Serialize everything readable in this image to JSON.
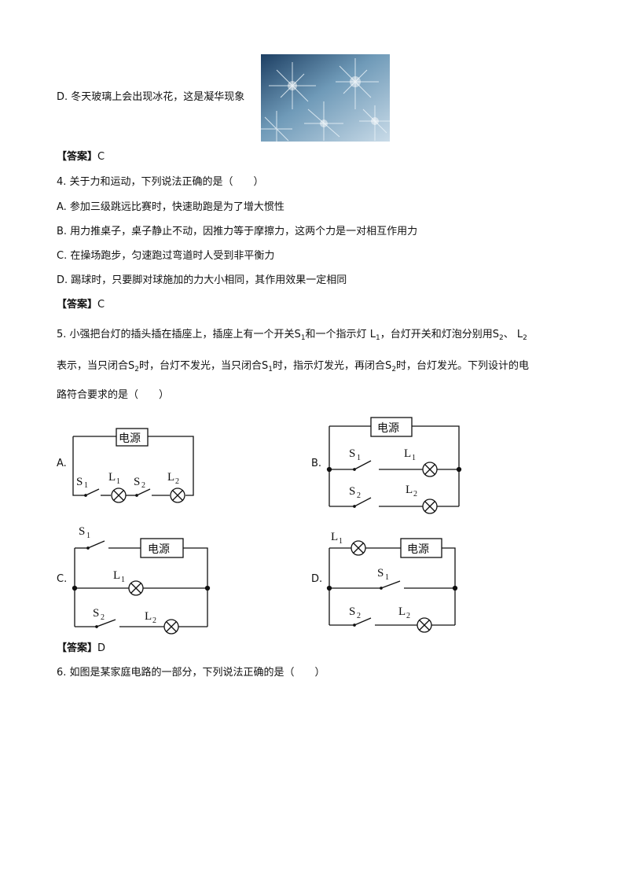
{
  "q3": {
    "option_d": "D. 冬天玻璃上会出现冰花，这是凝华现象",
    "answer_tag": "【答案】",
    "answer": "C"
  },
  "q4": {
    "stem": "4. 关于力和运动，下列说法正确的是（　　）",
    "options": [
      "A. 参加三级跳远比赛时，快速助跑是为了增大惯性",
      "B. 用力推桌子，桌子静止不动，因推力等于摩擦力，这两个力是一对相互作用力",
      "C. 在操场跑步，匀速跑过弯道时人受到非平衡力",
      "D. 踢球时，只要脚对球施加的力大小相同，其作用效果一定相同"
    ],
    "answer_tag": "【答案】",
    "answer": "C"
  },
  "q5": {
    "line1_a": "5. 小强把台灯的插头插在插座上，插座上有一个开关",
    "line1_b": "和一个指示灯",
    "line1_c": "，台灯开关和灯泡分别用",
    "line1_d": "、",
    "line2_a": "表示，当只闭合",
    "line2_b": "时，台灯不发光，当只闭合",
    "line2_c": "时，指示灯发光，再闭合",
    "line2_d": "时，台灯发光。下列设计的电",
    "line3": "路符合要求的是（　　）",
    "sym_S": "S",
    "sym_L": "L",
    "sub1": "1",
    "sub2": "2",
    "answer_tag": "【答案】",
    "answer": "D"
  },
  "circuits": {
    "power_label": "电源",
    "labels": [
      "A.",
      "B.",
      "C.",
      "D."
    ]
  },
  "q6": {
    "stem": "6. 如图是某家庭电路的一部分，下列说法正确的是（　　）"
  }
}
